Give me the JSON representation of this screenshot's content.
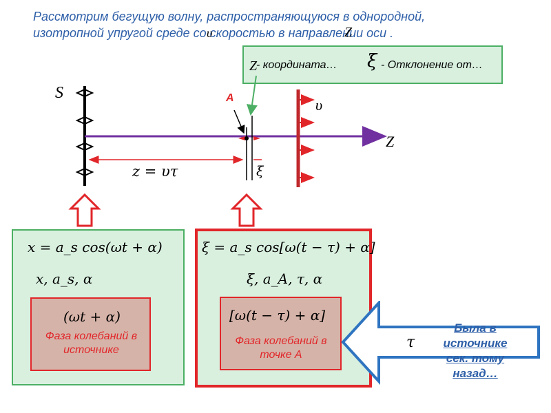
{
  "title": {
    "line1": "Рассмотрим бегущую волну, распространяющуюся в однородной,",
    "line2": "изотропной упругой среде со скоростью        в направлении оси         .",
    "upsilon": "υ",
    "z_axis": "Z"
  },
  "legend": {
    "z_symbol": "Z",
    "z_text": "- координата…",
    "xi_symbol": "ξ",
    "xi_text": "- Отклонение от…"
  },
  "diagram": {
    "source_label": "S",
    "point_label": "A",
    "velocity_label": "υ",
    "axis_label": "Z",
    "distance_formula": "z = υτ",
    "xi_label": "ξ"
  },
  "left_panel": {
    "equation": "x = a_s cos(ωt + α)",
    "variables": "x, a_s, α",
    "phase_expr": "(ωt + α)",
    "phase_caption": "Фаза колебаний в источнике"
  },
  "right_panel": {
    "equation": "ξ = a_s cos[ω(t − τ) + α]",
    "variables": "ξ, a_A, τ, α",
    "phase_expr": "[ω(t − τ) + α]",
    "phase_caption": "Фаза колебаний в точке А"
  },
  "note": {
    "tau": "τ",
    "text": "Была в источнике сек. тому назад…"
  },
  "colors": {
    "axis": "#7030a0",
    "red": "#e1262a",
    "green": "#4caf64",
    "blue_text": "#2e5fa8",
    "box_fill": "#d9f0df",
    "phase_fill": "#d6b3a8"
  }
}
